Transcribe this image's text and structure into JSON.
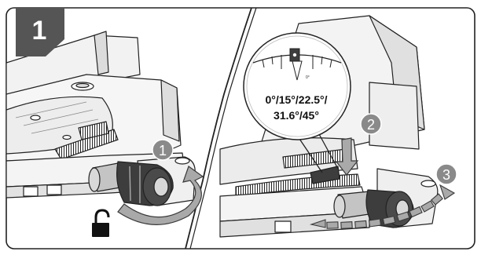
{
  "figure": {
    "step_number": "1",
    "angle_callout_line1": "0°/15°/22.5°/",
    "angle_callout_line2": "31.6°/45°",
    "dial_mark": "0°",
    "sub_steps": [
      "1",
      "2",
      "3"
    ]
  },
  "colors": {
    "badge_fill": "#555555",
    "badge_text": "#ffffff",
    "arrow_fill": "#a9a9a9",
    "arrow_stroke": "#3a3a3a",
    "line": "#222222",
    "light_fill": "#ececec",
    "mid_fill": "#c9c9c9",
    "dark_fill": "#3d3d3d"
  },
  "icons": {
    "unlock": "unlock-padlock-icon",
    "rotate_arrow": "curved-arrow-icon",
    "down_arrow": "down-arrow-icon",
    "swing_arrow": "dashed-curved-arrow-icon"
  }
}
